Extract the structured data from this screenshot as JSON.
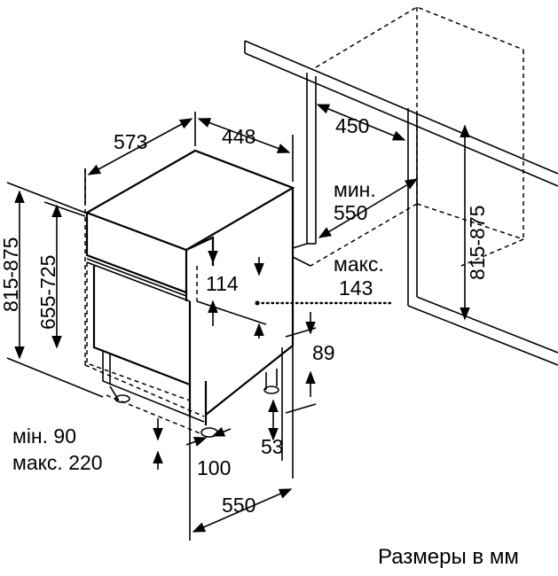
{
  "labels": {
    "d573": "573",
    "d448": "448",
    "d450": "450",
    "min_label": "мин.",
    "d550_min": "550",
    "d815_875_left": "815-875",
    "d655_725": "655-725",
    "d114": "114",
    "max_label": "макс.",
    "d143": "143",
    "d815_875_right": "815-875",
    "d89": "89",
    "min90": "мін. 90",
    "max220": "макс. 220",
    "d100": "100",
    "d53": "53",
    "d550_bottom": "550"
  },
  "footer": {
    "units_note": "Размеры в мм"
  }
}
